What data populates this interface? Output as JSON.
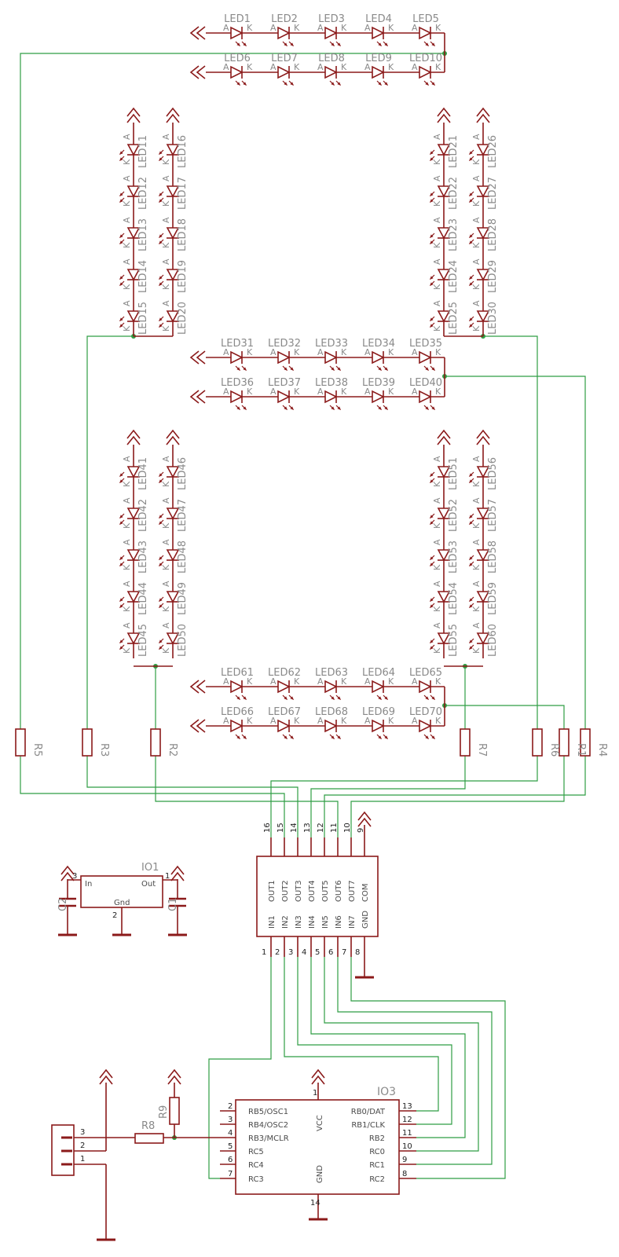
{
  "colors": {
    "symbol": "#8b1a1a",
    "wire": "#2f9e44",
    "label": "#8a8a8a",
    "background": "#ffffff"
  },
  "pins": {
    "anode": "A",
    "cathode": "K"
  },
  "led_rows": [
    [
      "LED1",
      "LED2",
      "LED3",
      "LED4",
      "LED5"
    ],
    [
      "LED6",
      "LED7",
      "LED8",
      "LED9",
      "LED10"
    ],
    [
      "LED31",
      "LED32",
      "LED33",
      "LED34",
      "LED35"
    ],
    [
      "LED36",
      "LED37",
      "LED38",
      "LED39",
      "LED40"
    ],
    [
      "LED61",
      "LED62",
      "LED63",
      "LED64",
      "LED65"
    ],
    [
      "LED66",
      "LED67",
      "LED68",
      "LED69",
      "LED70"
    ]
  ],
  "led_columns": [
    [
      "LED11",
      "LED12",
      "LED13",
      "LED14",
      "LED15"
    ],
    [
      "LED16",
      "LED17",
      "LED18",
      "LED19",
      "LED20"
    ],
    [
      "LED21",
      "LED22",
      "LED23",
      "LED24",
      "LED25"
    ],
    [
      "LED26",
      "LED27",
      "LED28",
      "LED29",
      "LED30"
    ],
    [
      "LED41",
      "LED42",
      "LED43",
      "LED44",
      "LED45"
    ],
    [
      "LED46",
      "LED47",
      "LED48",
      "LED49",
      "LED50"
    ],
    [
      "LED51",
      "LED52",
      "LED53",
      "LED54",
      "LED55"
    ],
    [
      "LED56",
      "LED57",
      "LED58",
      "LED59",
      "LED60"
    ]
  ],
  "resistors": {
    "r1": "R1",
    "r2": "R2",
    "r3": "R3",
    "r4": "R4",
    "r5": "R5",
    "r6": "R6",
    "r7": "R7",
    "r8": "R8",
    "r9": "R9"
  },
  "driver": {
    "top_pins": [
      "16",
      "15",
      "14",
      "13",
      "12",
      "11",
      "10",
      "9"
    ],
    "outputs": [
      "OUT1",
      "OUT2",
      "OUT3",
      "OUT4",
      "OUT5",
      "OUT6",
      "OUT7",
      "COM"
    ],
    "inputs": [
      "IN1",
      "IN2",
      "IN3",
      "IN4",
      "IN5",
      "IN6",
      "IN7",
      "GND"
    ],
    "bottom_pins": [
      "1",
      "2",
      "3",
      "4",
      "5",
      "6",
      "7",
      "8"
    ]
  },
  "regulator": {
    "name": "IO1",
    "in_label": "In",
    "out_label": "Out",
    "gnd_label": "Gnd",
    "pin_in": "3",
    "pin_out": "1",
    "pin_gnd": "2",
    "c_left": "C2",
    "c_right": "C1"
  },
  "mcu": {
    "name": "IO3",
    "vcc": "VCC",
    "gnd": "GND",
    "vcc_pin": "1",
    "gnd_pin": "14",
    "left": [
      {
        "n": "2",
        "l": "RB5/OSC1"
      },
      {
        "n": "3",
        "l": "RB4/OSC2"
      },
      {
        "n": "4",
        "l": "RB3/MCLR"
      },
      {
        "n": "5",
        "l": "RC5"
      },
      {
        "n": "6",
        "l": "RC4"
      },
      {
        "n": "7",
        "l": "RC3"
      }
    ],
    "right": [
      {
        "n": "13",
        "l": "RB0/DAT"
      },
      {
        "n": "12",
        "l": "RB1/CLK"
      },
      {
        "n": "11",
        "l": "RB2"
      },
      {
        "n": "10",
        "l": "RC0"
      },
      {
        "n": "9",
        "l": "RC1"
      },
      {
        "n": "8",
        "l": "RC2"
      }
    ]
  },
  "connector": {
    "pins": [
      "3",
      "2",
      "1"
    ]
  }
}
